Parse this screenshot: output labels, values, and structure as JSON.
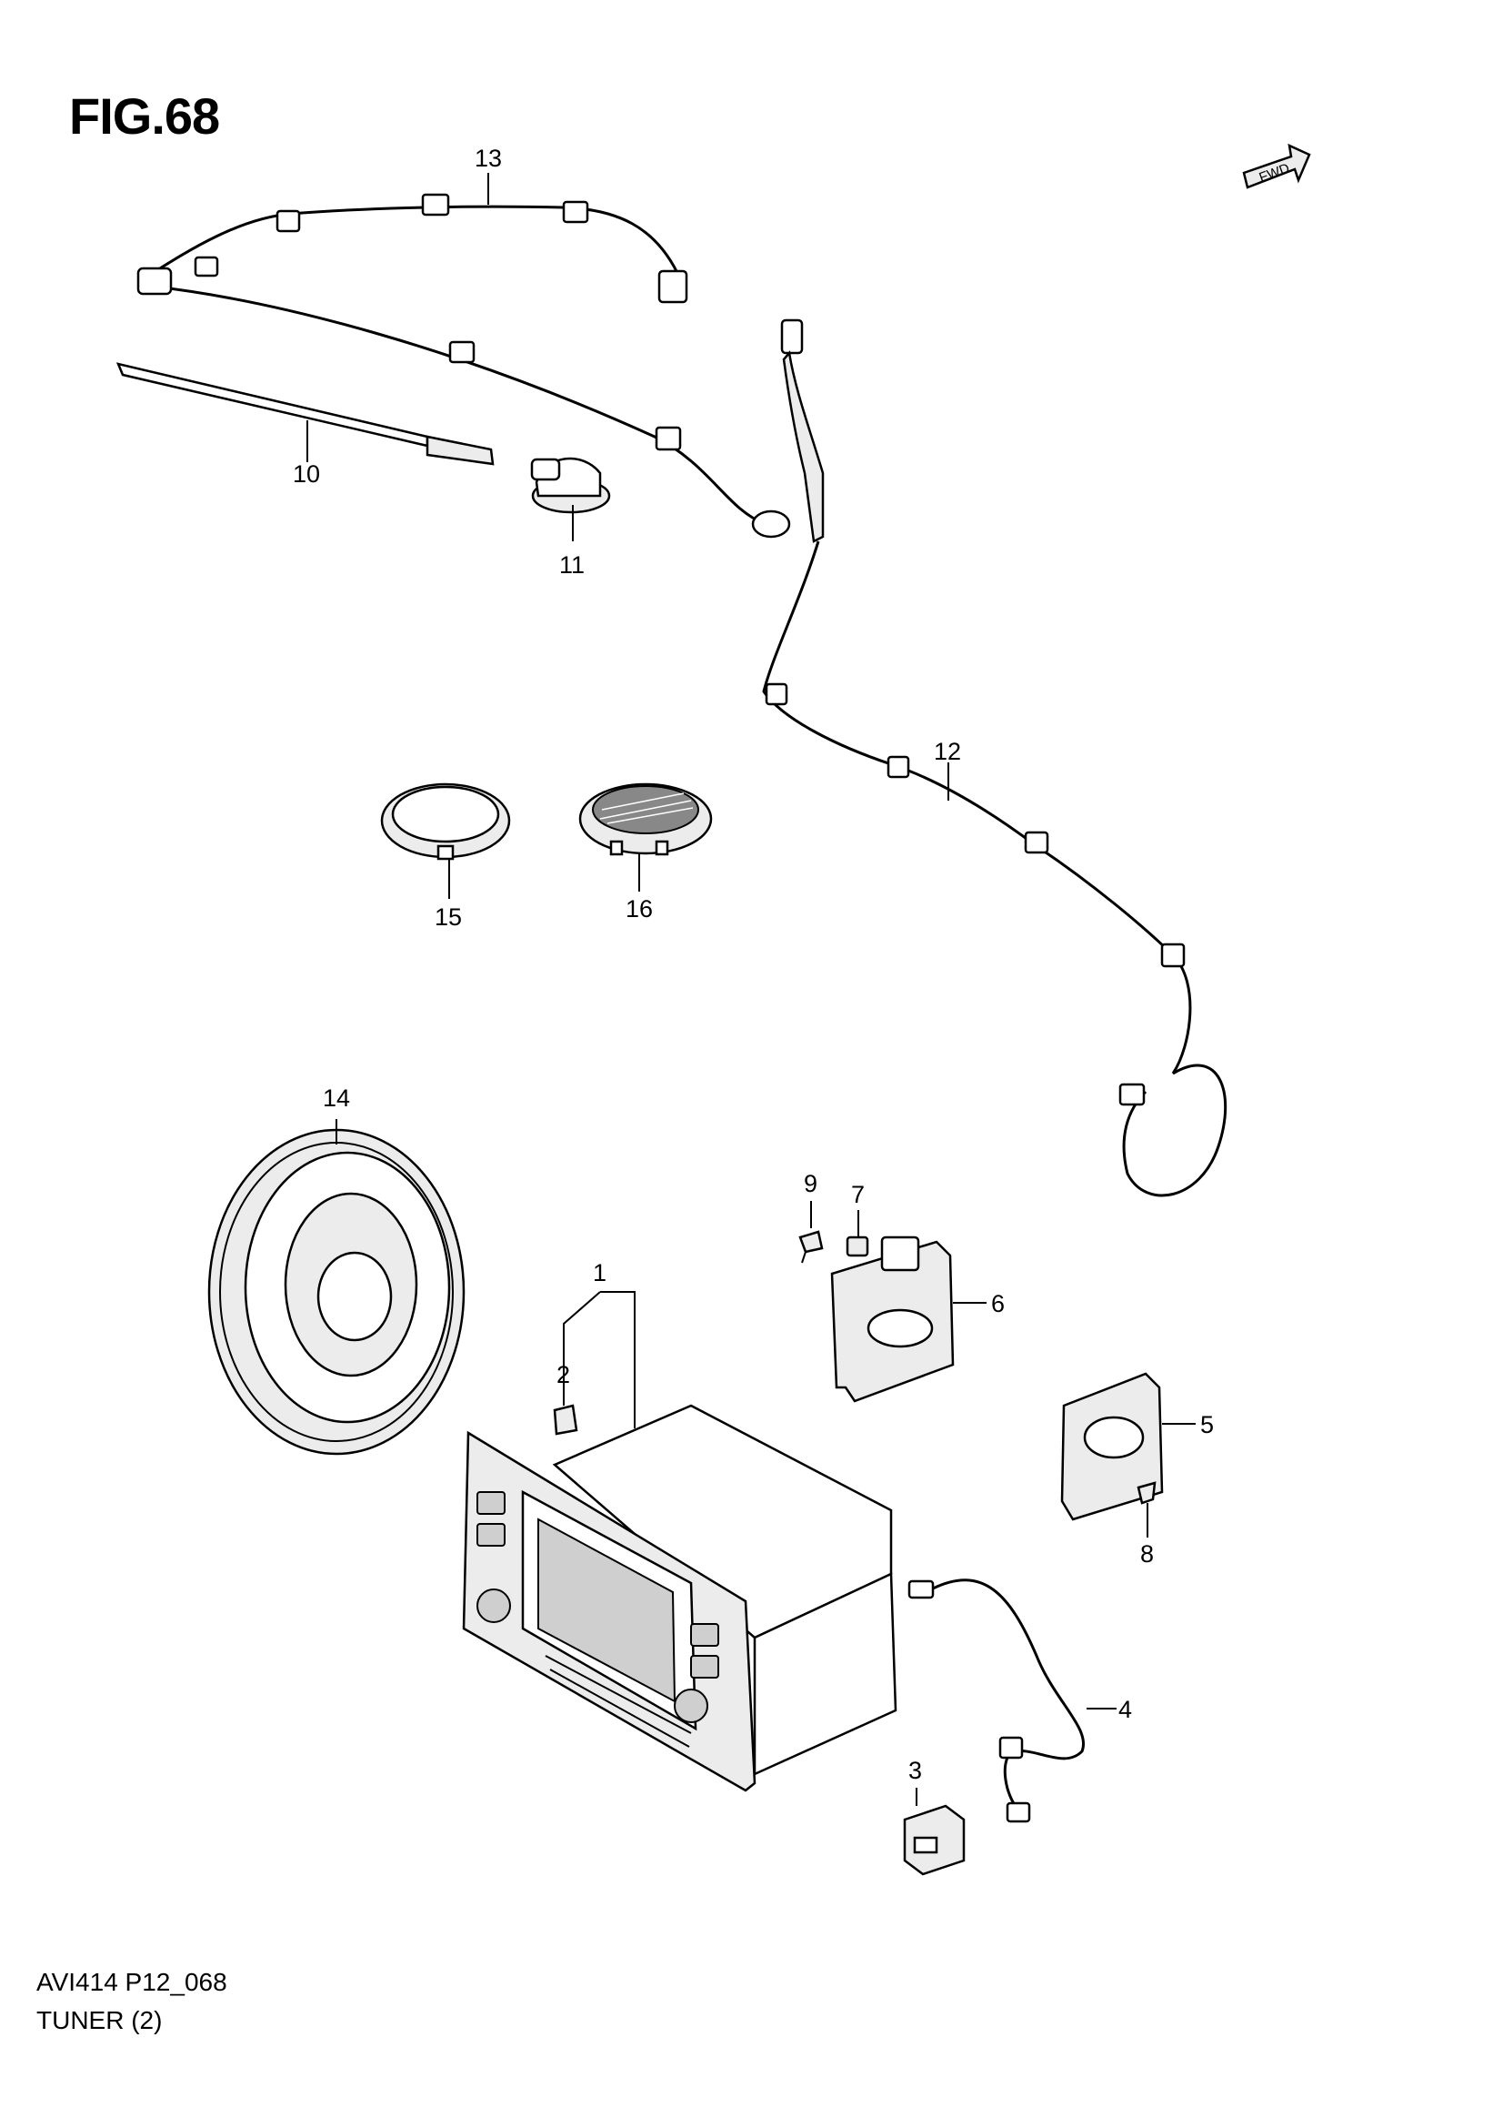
{
  "figure": {
    "title": "FIG.68",
    "code": "AVI414 P12_068",
    "name": "TUNER (2)",
    "fwd_label": "FWD"
  },
  "callouts": [
    {
      "id": "c1",
      "label": "1"
    },
    {
      "id": "c2",
      "label": "2"
    },
    {
      "id": "c3",
      "label": "3"
    },
    {
      "id": "c4",
      "label": "4"
    },
    {
      "id": "c5",
      "label": "5"
    },
    {
      "id": "c6",
      "label": "6"
    },
    {
      "id": "c7",
      "label": "7"
    },
    {
      "id": "c8",
      "label": "8"
    },
    {
      "id": "c9",
      "label": "9"
    },
    {
      "id": "c10",
      "label": "10"
    },
    {
      "id": "c11",
      "label": "11"
    },
    {
      "id": "c12",
      "label": "12"
    },
    {
      "id": "c13",
      "label": "13"
    },
    {
      "id": "c14",
      "label": "14"
    },
    {
      "id": "c15",
      "label": "15"
    },
    {
      "id": "c16",
      "label": "16"
    }
  ],
  "colors": {
    "line": "#000000",
    "background": "#ffffff",
    "part_fill": "#ececec"
  }
}
